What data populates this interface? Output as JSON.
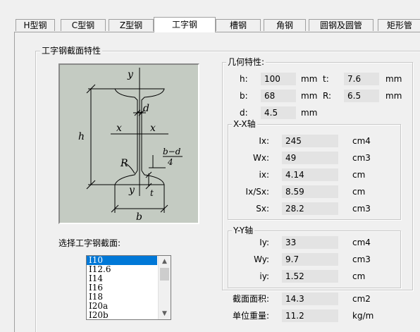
{
  "tabs": [
    "H型钢",
    "C型钢",
    "Z型钢",
    "工字钢",
    "槽钢",
    "角钢",
    "圆钢及圆管",
    "矩形管"
  ],
  "active_tab": "工字钢",
  "section_group_title": "工字钢截面特性",
  "select_label": "选择工字钢截面:",
  "section_list": [
    "I10",
    "I12.6",
    "I14",
    "I16",
    "I18",
    "I20a",
    "I20b"
  ],
  "selected_section": "I10",
  "diagram": {
    "labels": {
      "y_top": "y",
      "y_bottom": "y",
      "x_left": "x",
      "x_right": "x",
      "h": "h",
      "d": "d",
      "R": "R",
      "b": "b",
      "t": "t",
      "frac_num": "b−d",
      "frac_den": "4"
    }
  },
  "geometry": {
    "title": "几何特性:",
    "h": {
      "label": "h:",
      "value": "100",
      "unit": "mm"
    },
    "t": {
      "label": "t:",
      "value": "7.6",
      "unit": "mm"
    },
    "b": {
      "label": "b:",
      "value": "68",
      "unit": "mm"
    },
    "R": {
      "label": "R:",
      "value": "6.5",
      "unit": "mm"
    },
    "d": {
      "label": "d:",
      "value": "4.5",
      "unit": "mm"
    }
  },
  "xx_axis": {
    "title": "X-X轴",
    "rows": [
      {
        "label": "Ix:",
        "value": "245",
        "unit": "cm4"
      },
      {
        "label": "Wx:",
        "value": "49",
        "unit": "cm3"
      },
      {
        "label": "ix:",
        "value": "4.14",
        "unit": "cm"
      },
      {
        "label": "Ix/Sx:",
        "value": "8.59",
        "unit": "cm"
      },
      {
        "label": "Sx:",
        "value": "28.2",
        "unit": "cm3"
      }
    ]
  },
  "yy_axis": {
    "title": "Y-Y轴",
    "rows": [
      {
        "label": "Iy:",
        "value": "33",
        "unit": "cm4"
      },
      {
        "label": "Wy:",
        "value": "9.7",
        "unit": "cm3"
      },
      {
        "label": "iy:",
        "value": "1.52",
        "unit": "cm"
      }
    ]
  },
  "area": {
    "label": "截面面积:",
    "value": "14.3",
    "unit": "cm2"
  },
  "weight": {
    "label": "单位重量:",
    "value": "11.2",
    "unit": "kg/m"
  }
}
